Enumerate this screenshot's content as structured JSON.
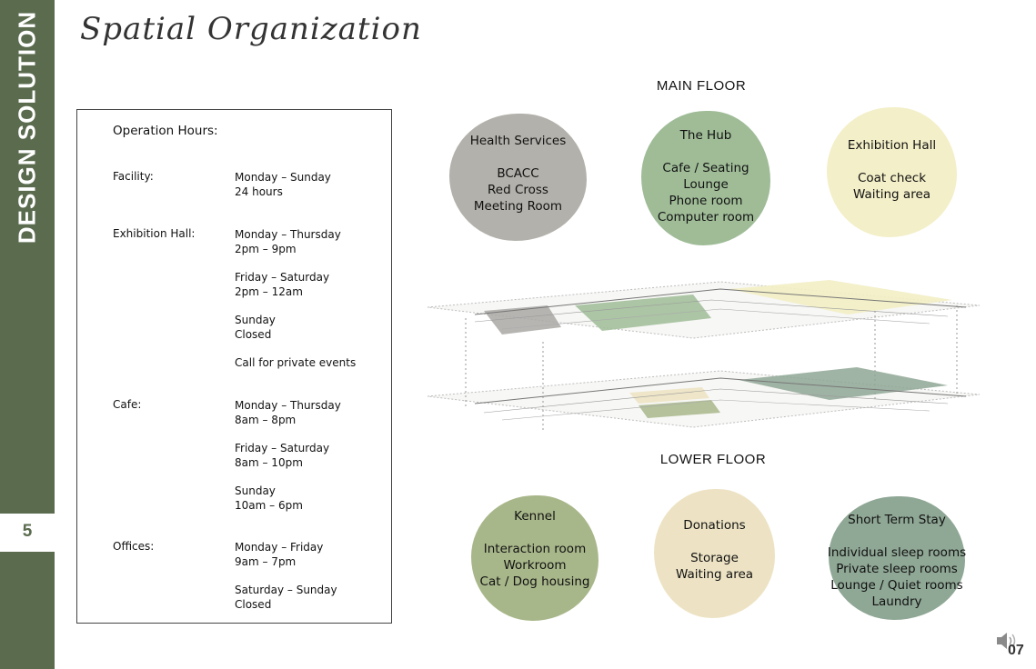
{
  "sidebar": {
    "label": "DESIGN SOLUTION",
    "page_number": "5",
    "color": "#5a6b4e"
  },
  "title": "Spatial Organization",
  "hours": {
    "heading": "Operation Hours:",
    "facility": {
      "label": "Facility:",
      "value": "Monday – Sunday\n24 hours"
    },
    "exhibition": {
      "label": "Exhibition Hall:",
      "v1": "Monday – Thursday\n2pm – 9pm",
      "v2": "Friday – Saturday\n2pm – 12am",
      "v3": "Sunday\nClosed",
      "v4": "Call for private events"
    },
    "cafe": {
      "label": "Cafe:",
      "v1": "Monday – Thursday\n8am – 8pm",
      "v2": "Friday – Saturday\n8am – 10pm",
      "v3": "Sunday\n10am – 6pm"
    },
    "offices": {
      "label": "Offices:",
      "v1": "Monday – Friday\n9am – 7pm",
      "v2": "Saturday – Sunday\nClosed"
    }
  },
  "main_floor": {
    "label": "MAIN FLOOR",
    "health": {
      "title": "Health Services",
      "l1": "BCACC",
      "l2": "Red Cross",
      "l3": "Meeting Room",
      "color": "#b3b1ab"
    },
    "hub": {
      "title": "The Hub",
      "l1": "Cafe / Seating",
      "l2": "Lounge",
      "l3": "Phone room",
      "l4": "Computer room",
      "color": "#9fbc97"
    },
    "exhibition": {
      "title": "Exhibition Hall",
      "l1": "Coat check",
      "l2": "Waiting area",
      "color": "#f3efc8"
    }
  },
  "lower_floor": {
    "label": "LOWER FLOOR",
    "kennel": {
      "title": "Kennel",
      "l1": "Interaction room",
      "l2": "Workroom",
      "l3": "Cat / Dog housing",
      "color": "#a8b78a"
    },
    "donations": {
      "title": "Donations",
      "l1": "Storage",
      "l2": "Waiting area",
      "color": "#ede3c4"
    },
    "short_term": {
      "title": "Short Term Stay",
      "l1": "Individual sleep rooms",
      "l2": "Private sleep rooms",
      "l3": "Lounge / Quiet rooms",
      "l4": "Laundry",
      "color": "#8fa795"
    }
  },
  "slide_number": "07"
}
